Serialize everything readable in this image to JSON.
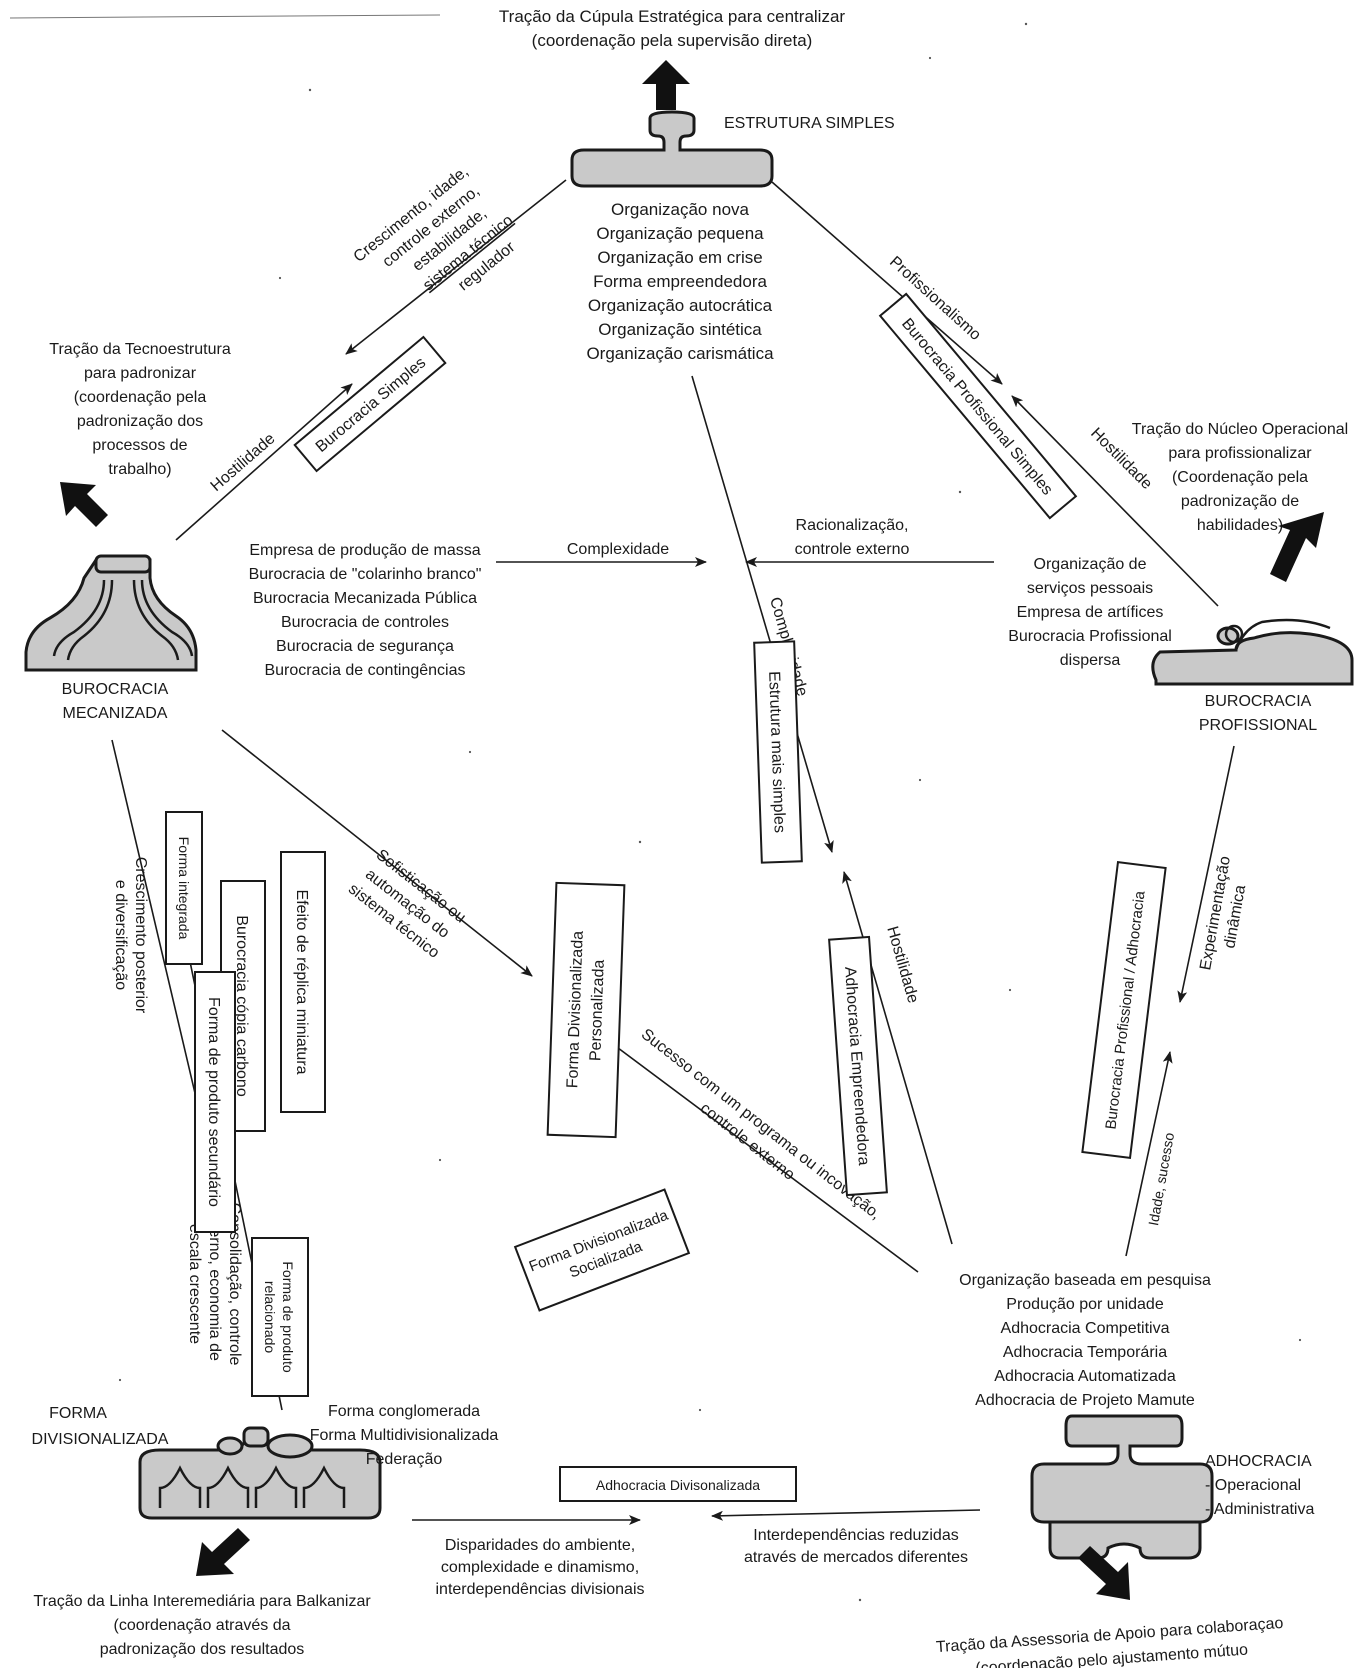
{
  "top": {
    "title_line1": "Tração da Cúpula Estratégica para centralizar",
    "title_line2": "(coordenação pela supervisão direta)"
  },
  "simples": {
    "name": "ESTRUTURA SIMPLES",
    "list": [
      "Organização nova",
      "Organização pequena",
      "Organização em crise",
      "Forma empreendedora",
      "Organização autocrática",
      "Organização sintética",
      "Organização carismática"
    ]
  },
  "mecanizada": {
    "pull": [
      "Tração da Tecnoestrutura",
      "para padronizar",
      "(coordenação pela",
      "padronização dos",
      "processos de",
      "trabalho)"
    ],
    "name": [
      "BUROCRACIA",
      "MECANIZADA"
    ],
    "list": [
      "Empresa de produção de massa",
      "Burocracia de \"colarinho branco\"",
      "Burocracia Mecanizada Pública",
      "Burocracia de controles",
      "Burocracia de segurança",
      "Burocracia de contingências"
    ]
  },
  "profissional": {
    "pull": [
      "Tração do Núcleo Operacional",
      "para profissionalizar",
      "(Coordenação pela",
      "padronização de",
      "habilidades)"
    ],
    "name": [
      "BUROCRACIA",
      "PROFISSIONAL"
    ],
    "list": [
      "Organização de",
      "serviços pessoais",
      "Empresa de artífices",
      "Burocracia Profissional",
      "dispersa"
    ]
  },
  "divisionalizada": {
    "name": [
      "FORMA",
      "DIVISIONALIZADA"
    ],
    "list": [
      "Forma conglomerada",
      "Forma Multidivisionalizada",
      "Federação"
    ],
    "pull": [
      "Tração da Linha Interemediária para Balkanizar",
      "(coordenação através da",
      "padronização dos resultados"
    ]
  },
  "adhocracia": {
    "list": [
      "Organização baseada em pesquisa",
      "Produção por unidade",
      "Adhocracia Competitiva",
      "Adhocracia Temporária",
      "Adhocracia Automatizada",
      "Adhocracia de Projeto Mamute"
    ],
    "name": "ADHOCRACIA",
    "subtypes": [
      "- Operacional",
      "- Administrativa"
    ],
    "pull": [
      "Tração da Assessoria de Apoio para colaboraçao",
      "(coordenação pelo ajustamento mútuo"
    ]
  },
  "transitions": {
    "crescimento": [
      "Crescimento, idade,",
      "controle externo,",
      "estabilidade,",
      "sistema técnico",
      "regulador"
    ],
    "hostilidade": "Hostilidade",
    "profissionalismo": "Profissionalismo",
    "complexidade_h": "Complexidade",
    "racionalizacao": [
      "Racionalização,",
      "controle externo"
    ],
    "complexidade_v": "Complexidade",
    "sofisticacao": [
      "Sofisticação ou",
      "automação do",
      "sistema técnico"
    ],
    "crescimento_posterior": [
      "Crescimento posterior",
      "e diversificação"
    ],
    "consolidacao": [
      "Consolidação, controle",
      "externo, economia de",
      "escala crescente"
    ],
    "sucesso": [
      "Sucesso com um programa ou incovação,",
      "controle externo"
    ],
    "experimentacao": [
      "Experimentação",
      "dinâmica"
    ],
    "idade_sucesso": "Idade, sucesso",
    "disparidades": [
      "Disparidades do ambiente,",
      "complexidade e dinamismo,",
      "interdependências divisionais"
    ],
    "interdependencias": [
      "Interdependências reduzidas",
      "através de mercados diferentes"
    ]
  },
  "hybrids": {
    "burocracia_simples": "Burocracia Simples",
    "burocracia_profissional_simples": "Burocracia Profissional Simples",
    "estrutura_mais_simples": "Estrutura mais simples",
    "forma_div_personalizada": [
      "Forma Divisionalizada",
      "Personalizada"
    ],
    "adhocracia_empreendedora": "Adhocracia Empreendedora",
    "burocracia_prof_adhocracia": "Burocracia Profissional / Adhocracia",
    "forma_integrada": "Forma integrada",
    "burocracia_copia_carbono": "Burocracia cópia carbono",
    "efeito_replica": "Efeito de réplica miniatura",
    "forma_produto_secundario": "Forma de produto secundário",
    "forma_produto_relacionado": [
      "Forma de produto",
      "relacionado"
    ],
    "forma_div_socializada": [
      "Forma Divisionalizada",
      "Socializada"
    ],
    "adhocracia_divisionalizada": "Adhocracia Divisonalizada"
  }
}
